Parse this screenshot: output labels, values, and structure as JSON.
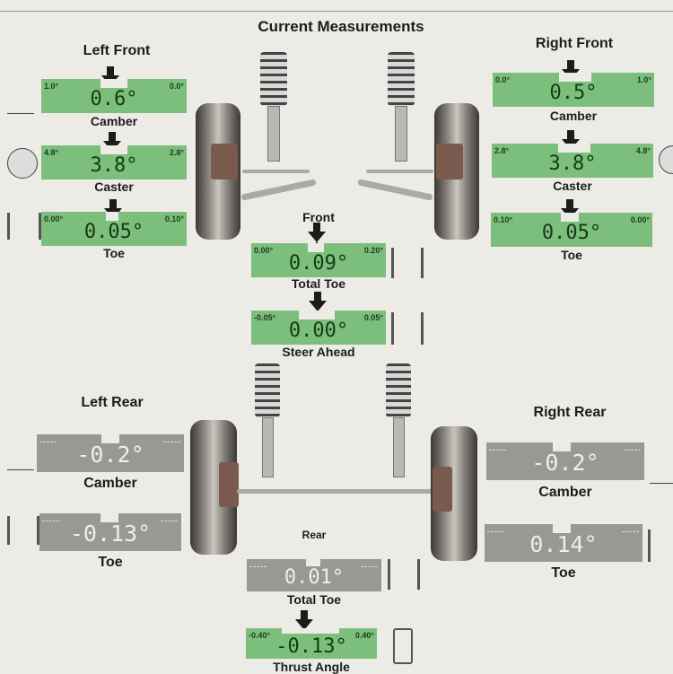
{
  "header": {
    "title": "Current Measurements"
  },
  "left_front": {
    "title": "Left Front",
    "camber": {
      "label": "Camber",
      "value": "0.6°",
      "min": "1.0°",
      "max": "0.0°",
      "status": "in-range"
    },
    "caster": {
      "label": "Caster",
      "value": "3.8°",
      "min": "4.8°",
      "max": "2.8°",
      "status": "in-range"
    },
    "toe": {
      "label": "Toe",
      "value": "0.05°",
      "min": "0.00°",
      "max": "0.10°",
      "status": "in-range"
    }
  },
  "right_front": {
    "title": "Right Front",
    "camber": {
      "label": "Camber",
      "value": "0.5°",
      "min": "0.0°",
      "max": "1.0°",
      "status": "in-range"
    },
    "caster": {
      "label": "Caster",
      "value": "3.8°",
      "min": "2.8°",
      "max": "4.8°",
      "status": "in-range"
    },
    "toe": {
      "label": "Toe",
      "value": "0.05°",
      "min": "0.10°",
      "max": "0.00°",
      "status": "in-range"
    }
  },
  "front": {
    "title": "Front",
    "total_toe": {
      "label": "Total Toe",
      "value": "0.09°",
      "min": "0.00°",
      "max": "0.20°",
      "status": "in-range"
    },
    "steer_ahead": {
      "label": "Steer Ahead",
      "value": "0.00°",
      "min": "-0.05°",
      "max": "0.05°",
      "status": "in-range"
    }
  },
  "left_rear": {
    "title": "Left Rear",
    "camber": {
      "label": "Camber",
      "value": "-0.2°",
      "min": "-----",
      "max": "-----",
      "status": "no-spec"
    },
    "toe": {
      "label": "Toe",
      "value": "-0.13°",
      "min": "-----",
      "max": "-----",
      "status": "no-spec"
    }
  },
  "right_rear": {
    "title": "Right Rear",
    "camber": {
      "label": "Camber",
      "value": "-0.2°",
      "min": "-----",
      "max": "-----",
      "status": "no-spec"
    },
    "toe": {
      "label": "Toe",
      "value": "0.14°",
      "min": "-----",
      "max": "-----",
      "status": "no-spec"
    }
  },
  "rear": {
    "title": "Rear",
    "total_toe": {
      "label": "Total Toe",
      "value": "0.01°",
      "min": "-----",
      "max": "-----",
      "status": "no-spec"
    },
    "thrust_angle": {
      "label": "Thrust Angle",
      "value": "-0.13°",
      "min": "-0.40°",
      "max": "0.40°",
      "status": "in-range"
    }
  },
  "colors": {
    "in_range": "#7cbf7c",
    "no_spec": "#9a9894",
    "background": "#ecebe6"
  }
}
